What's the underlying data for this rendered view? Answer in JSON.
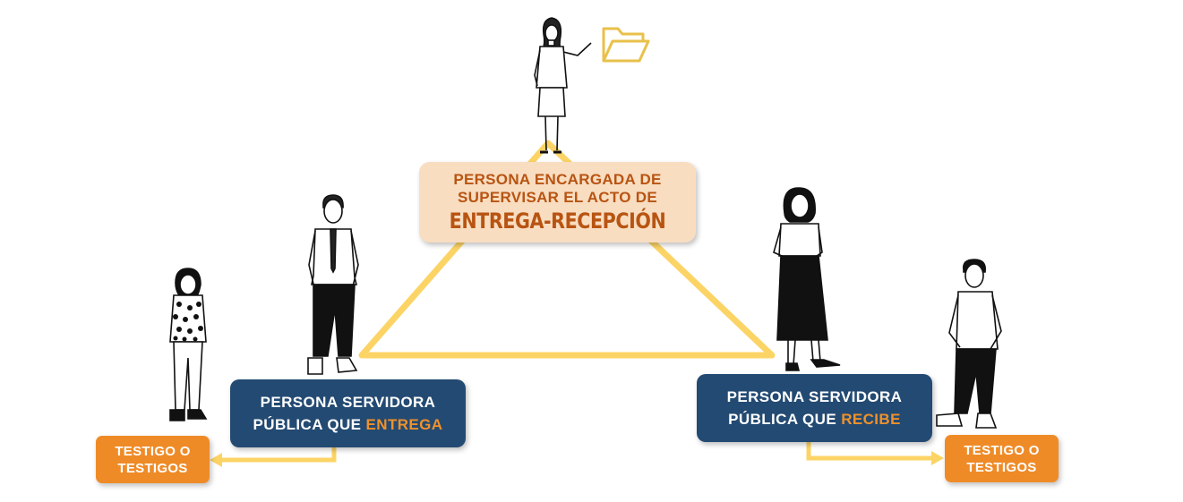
{
  "supervisor": {
    "line1": "PERSONA ENCARGADA DE",
    "line2": "SUPERVISAR EL ACTO DE",
    "line3": "ENTREGA-RECEPCIÓN"
  },
  "deliverer": {
    "line1": "PERSONA SERVIDORA",
    "line2_prefix": "PÚBLICA QUE ",
    "line2_highlight": "ENTREGA"
  },
  "receiver": {
    "line1": "PERSONA SERVIDORA",
    "line2_prefix": "PÚBLICA QUE ",
    "line2_highlight": "RECIBE"
  },
  "witness_left": {
    "line1": "TESTIGO O",
    "line2": "TESTIGOS"
  },
  "witness_right": {
    "line1": "TESTIGO O",
    "line2": "TESTIGOS"
  },
  "icons": [
    "folder-icon",
    "woman-supervisor-icon",
    "man-deliverer-icon",
    "woman-witness-left-icon",
    "woman-receiver-icon",
    "man-witness-right-icon"
  ],
  "colors": {
    "triangle": "#fcd466",
    "supervisor_bg": "#f8ddc1",
    "supervisor_text": "#b85412",
    "servant_bg": "#234a72",
    "highlight": "#f0912a",
    "witness_bg": "#ef8b27",
    "folder": "#e9c14a"
  }
}
